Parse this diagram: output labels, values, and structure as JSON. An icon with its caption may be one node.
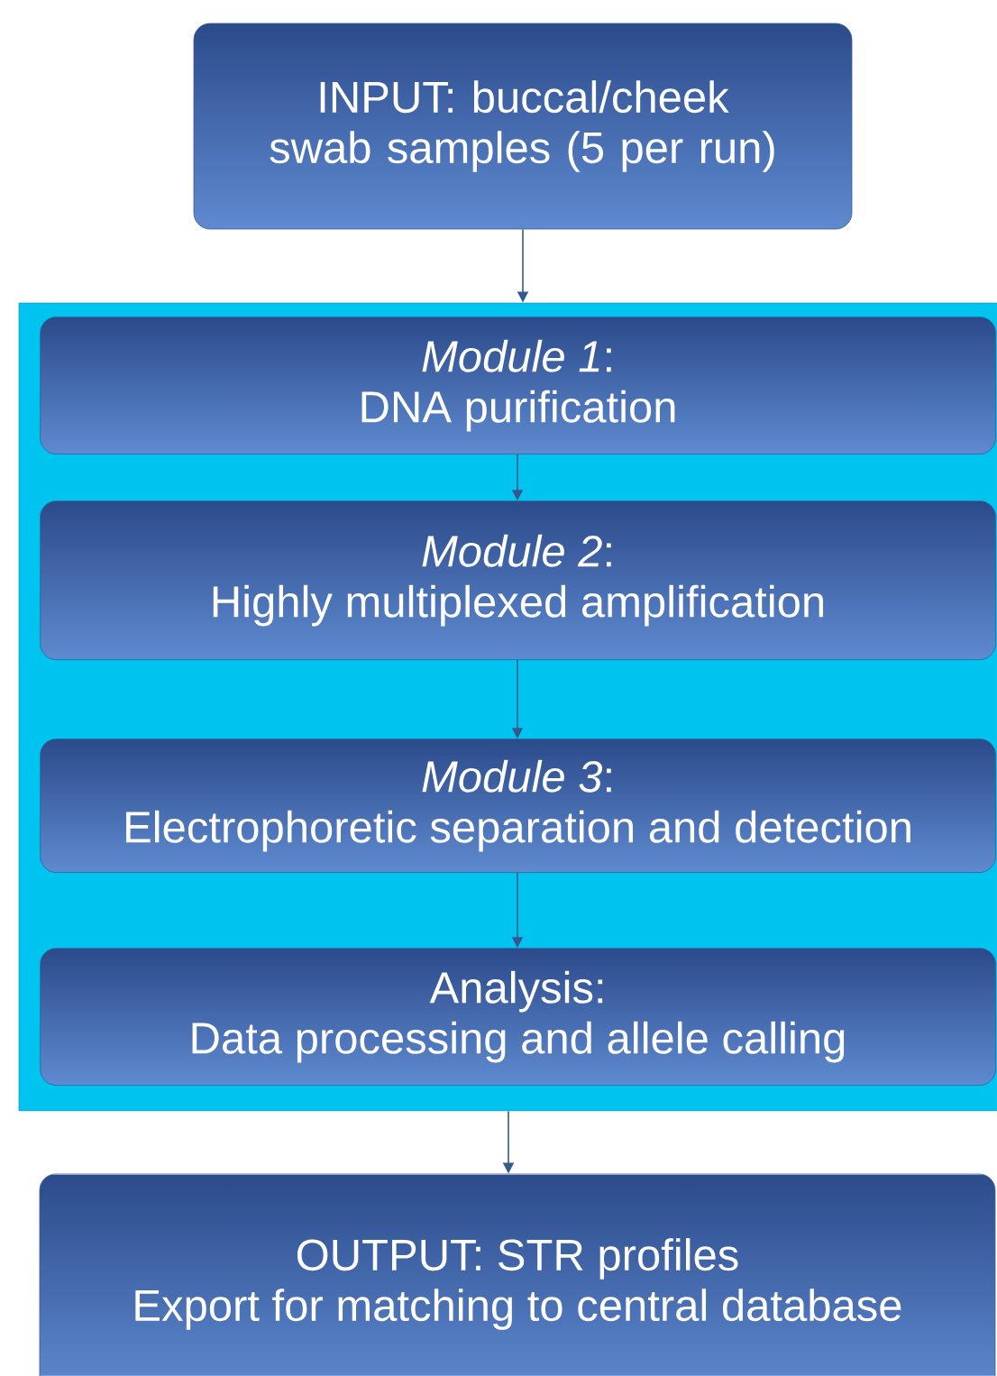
{
  "diagram": {
    "nodes": [
      {
        "text": [
          "INPUT: buccal/cheek swab samples (5 per run)"
        ]
      },
      {
        "text": [],
        "shape": "box"
      },
      {
        "text": [
          "*Module 1*:",
          "DNA purification"
        ],
        "in": 1
      },
      {
        "text": [
          "*Module 2*:",
          "Highly multiplexed amplification"
        ],
        "in": 1
      },
      {
        "text": [
          "*Module 3*:",
          "Electrophoretic separation and detection"
        ],
        "in": 1
      },
      {
        "text": [
          "Analysis:",
          "Data processing and allele calling"
        ],
        "in": 1
      },
      {
        "text": [
          "OUTPUT: STR profiles",
          "Export for matching to central database"
        ]
      }
    ],
    "edges": [
      {
        "from": 0,
        "to": 1,
        "arrow": "to"
      },
      {
        "from": 2,
        "to": 3,
        "arrow": "to"
      },
      {
        "from": 3,
        "to": 4,
        "arrow": "to"
      },
      {
        "from": 4,
        "to": 5,
        "arrow": "to"
      },
      {
        "from": 1,
        "to": 6,
        "arrow": "to"
      }
    ]
  }
}
